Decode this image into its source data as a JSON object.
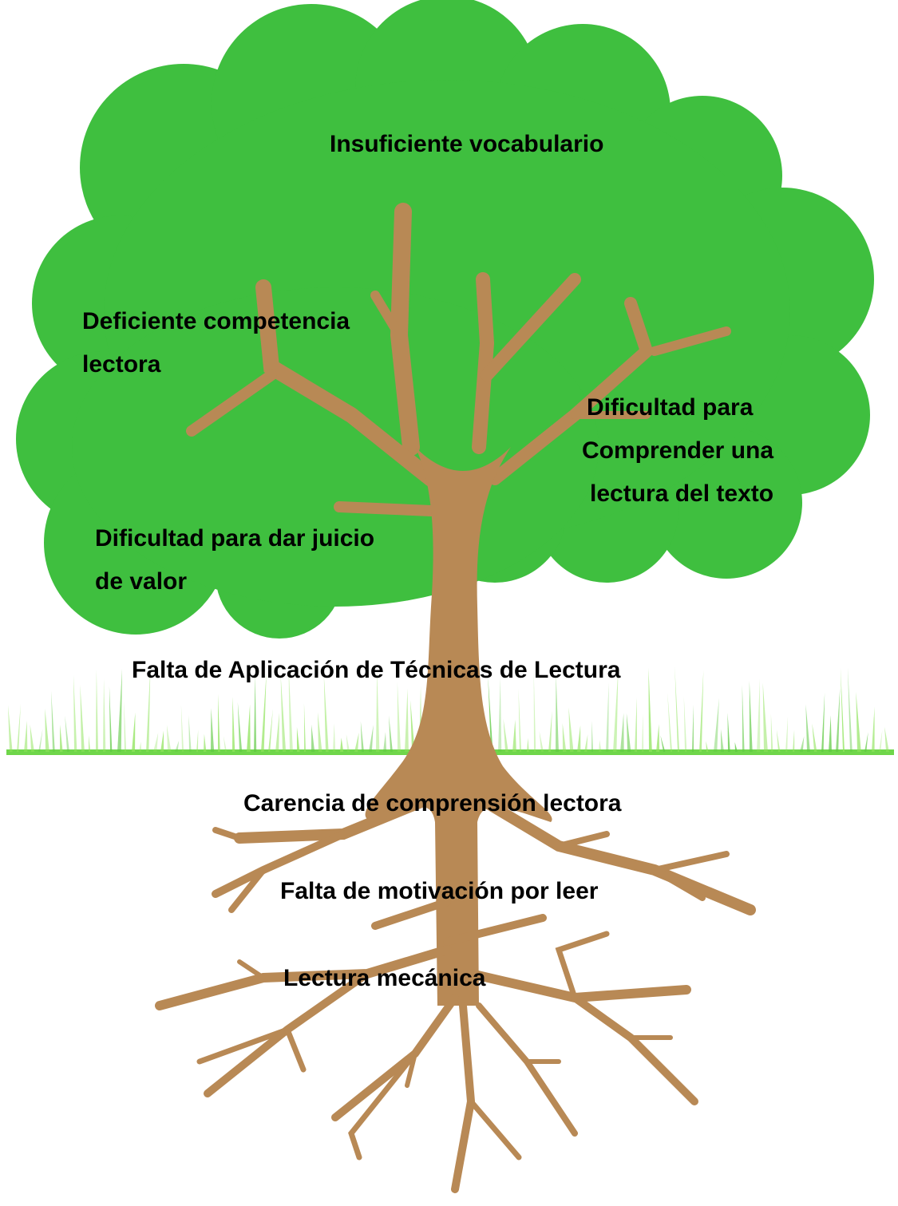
{
  "colors": {
    "canopy": "#3fbf3f",
    "trunk": "#b88955",
    "grass": "#8ee35a",
    "grass_dark": "#5cc840",
    "text": "#000000",
    "background": "#ffffff"
  },
  "canopy_labels": {
    "top": "Insuficiente vocabulario",
    "left_upper": [
      "Deficiente competencia",
      "lectora"
    ],
    "right": [
      "Dificultad para",
      "Comprender una",
      "lectura del texto"
    ],
    "left_lower": [
      "Dificultad para dar juicio",
      "de valor"
    ]
  },
  "trunk_label": "Falta de Aplicación de Técnicas de Lectura",
  "root_labels": [
    "Carencia de comprensión lectora",
    "Falta de motivación por leer",
    "Lectura mecánica"
  ]
}
